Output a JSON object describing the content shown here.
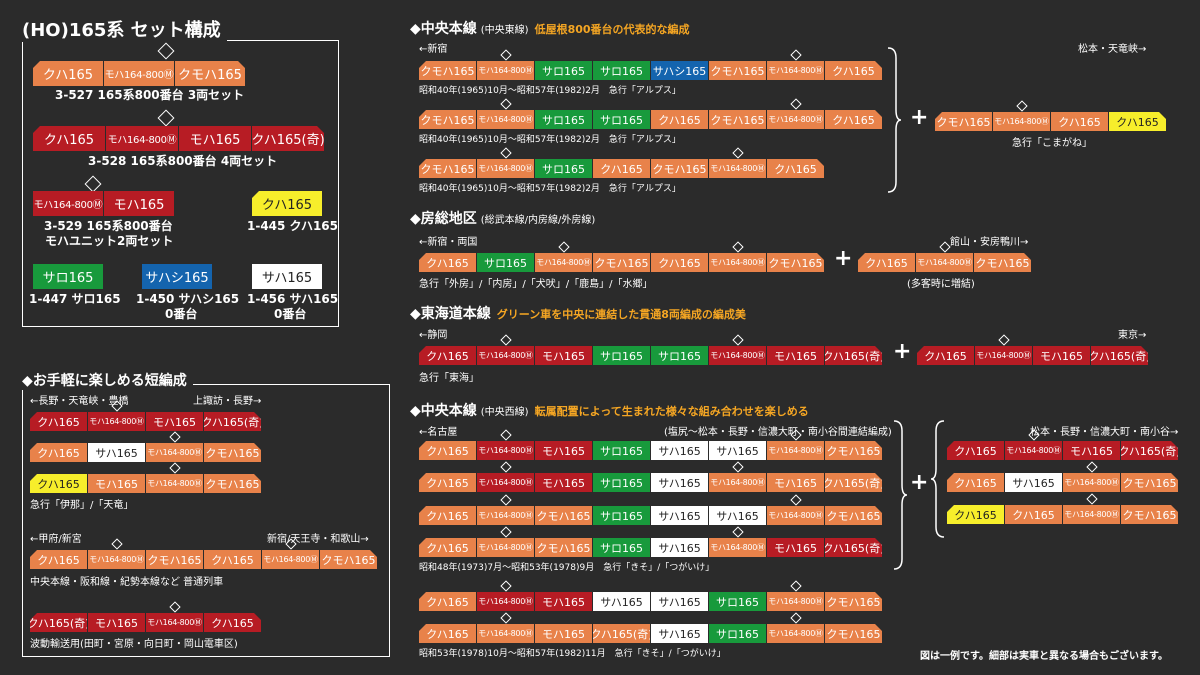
{
  "set": {
    "title": "(HO)165系 セット構成",
    "s1": {
      "cars": [
        "クハ165",
        "モハ164-800Ⓜ",
        "クモハ165"
      ],
      "caption": "3-527 165系800番台 3両セット"
    },
    "s2": {
      "cars": [
        "クハ165",
        "モハ164-800Ⓜ",
        "モハ165",
        "クハ165(奇)"
      ],
      "caption": "3-528 165系800番台 4両セット"
    },
    "s3": {
      "cars": [
        "モハ164-800Ⓜ",
        "モハ165"
      ],
      "caption1": "3-529 165系800番台",
      "caption2": "モハユニット2両セット"
    },
    "s4": {
      "cars": [
        "クハ165"
      ],
      "caption": "1-445 クハ165"
    },
    "s5": {
      "cars": [
        "サロ165"
      ],
      "caption": "1-447 サロ165"
    },
    "s6": {
      "cars": [
        "サハシ165"
      ],
      "caption1": "1-450 サハシ165",
      "caption2": "0番台"
    },
    "s7": {
      "cars": [
        "サハ165"
      ],
      "caption1": "1-456 サハ165",
      "caption2": "0番台"
    }
  },
  "short": {
    "title": "◆お手軽に楽しめる短編成",
    "dir1l": "←長野・天竜峡・豊橋",
    "dir1r": "上諏訪・長野→",
    "r1": [
      "クハ165",
      "モハ164-800Ⓜ",
      "モハ165",
      "クハ165(奇)"
    ],
    "r2": [
      "クハ165",
      "サハ165",
      "モハ164-800Ⓜ",
      "クモハ165"
    ],
    "r3": [
      "クハ165",
      "モハ165",
      "モハ164-800Ⓜ",
      "クモハ165"
    ],
    "cap1": "急行「伊那」/「天竜」",
    "dir2l": "←甲府/新宮",
    "dir2r": "新宿/天王寺・和歌山→",
    "r4": [
      "クハ165",
      "モハ164-800Ⓜ",
      "クモハ165",
      "クハ165",
      "モハ164-800Ⓜ",
      "クモハ165"
    ],
    "cap2": "中央本線・阪和線・紀勢本線など 普通列車",
    "r5": [
      "クハ165(奇)",
      "モハ165",
      "モハ164-800Ⓜ",
      "クハ165"
    ],
    "cap3": "波動輸送用(田町・宮原・向日町・岡山電車区)"
  },
  "chuo_e": {
    "title": "◆中央本線",
    "sub": "(中央東線)",
    "note": "低屋根800番台の代表的な編成",
    "dirl": "←新宿",
    "dirr": "松本・天竜峡→",
    "r1": [
      "クモハ165",
      "モハ164-800Ⓜ",
      "サロ165",
      "サロ165",
      "サハシ165",
      "クモハ165",
      "モハ164-800Ⓜ",
      "クハ165"
    ],
    "r2": [
      "クモハ165",
      "モハ164-800Ⓜ",
      "サロ165",
      "サロ165",
      "クハ165",
      "クモハ165",
      "モハ164-800Ⓜ",
      "クハ165"
    ],
    "r3": [
      "クモハ165",
      "モハ164-800Ⓜ",
      "サロ165",
      "クハ165",
      "クモハ165",
      "モハ164-800Ⓜ",
      "クハ165"
    ],
    "cap": "昭和40年(1965)10月～昭和57年(1982)2月　急行「アルプス」",
    "add": [
      "クモハ165",
      "モハ164-800Ⓜ",
      "クハ165",
      "クハ165"
    ],
    "addcap": "急行「こまがね」"
  },
  "boso": {
    "title": "◆房総地区",
    "sub": "(総武本線/内房線/外房線)",
    "dirl": "←新宿・両国",
    "dirr": "館山・安房鴨川→",
    "r1": [
      "クハ165",
      "サロ165",
      "モハ164-800Ⓜ",
      "クモハ165",
      "クハ165",
      "モハ164-800Ⓜ",
      "クモハ165"
    ],
    "cap": "急行「外房」/「内房」/「犬吠」/「鹿島」/「水郷」",
    "add": [
      "クハ165",
      "モハ164-800Ⓜ",
      "クモハ165"
    ],
    "addcap": "(多客時に増結)"
  },
  "tokaido": {
    "title": "◆東海道本線",
    "note": "グリーン車を中央に連結した貫通8両編成の編成美",
    "dirl": "←静岡",
    "dirr": "東京→",
    "r1": [
      "クハ165",
      "モハ164-800Ⓜ",
      "モハ165",
      "サロ165",
      "サロ165",
      "モハ164-800Ⓜ",
      "モハ165",
      "クハ165(奇)"
    ],
    "add": [
      "クハ165",
      "モハ164-800Ⓜ",
      "モハ165",
      "クハ165(奇)"
    ],
    "cap": "急行「東海」"
  },
  "chuo_w": {
    "title": "◆中央本線",
    "sub": "(中央西線)",
    "note": "転属配置によって生まれた様々な組み合わせを楽しめる",
    "dirl": "←名古屋",
    "dirm": "(塩尻～松本・長野・信濃大町・南小谷間連結編成)",
    "dirr": "松本・長野・信濃大町・南小谷→",
    "r1": [
      "クハ165",
      "モハ164-800Ⓜ",
      "モハ165",
      "サロ165",
      "サハ165",
      "サハ165",
      "モハ164-800Ⓜ",
      "クモハ165"
    ],
    "r2": [
      "クハ165",
      "モハ164-800Ⓜ",
      "モハ165",
      "サロ165",
      "サハ165",
      "モハ164-800Ⓜ",
      "モハ165",
      "クハ165(奇)"
    ],
    "r3": [
      "クハ165",
      "モハ164-800Ⓜ",
      "クモハ165",
      "サロ165",
      "サハ165",
      "サハ165",
      "モハ164-800Ⓜ",
      "クモハ165"
    ],
    "r4": [
      "クハ165",
      "モハ164-800Ⓜ",
      "クモハ165",
      "サロ165",
      "サハ165",
      "モハ164-800Ⓜ",
      "モハ165",
      "クハ165(奇)"
    ],
    "cap1": "昭和48年(1973)7月～昭和53年(1978)9月　急行「きそ」/「つがいけ」",
    "a1": [
      "クハ165",
      "モハ164-800Ⓜ",
      "モハ165",
      "クハ165(奇)"
    ],
    "a2": [
      "クハ165",
      "サハ165",
      "モハ164-800Ⓜ",
      "クモハ165"
    ],
    "a3": [
      "クハ165",
      "クハ165",
      "モハ164-800Ⓜ",
      "クモハ165"
    ],
    "r5": [
      "クハ165",
      "モハ164-800Ⓜ",
      "モハ165",
      "サハ165",
      "サハ165",
      "サロ165",
      "モハ164-800Ⓜ",
      "クモハ165"
    ],
    "r6": [
      "クハ165",
      "モハ164-800Ⓜ",
      "モハ165",
      "クハ165(奇)",
      "サハ165",
      "サロ165",
      "モハ164-800Ⓜ",
      "クモハ165"
    ],
    "cap2": "昭和53年(1978)10月～昭和57年(1982)11月　急行「きそ」/「つがいけ」"
  },
  "footer": "図は一例です。細部は実車と異なる場合もございます。",
  "colors": {
    "orange": "#e8824a",
    "red": "#b71c24",
    "green": "#189a3c",
    "blue": "#1464ae",
    "white": "#ffffff",
    "yellow": "#f7ee2b",
    "bg": "#2b2b2b"
  }
}
